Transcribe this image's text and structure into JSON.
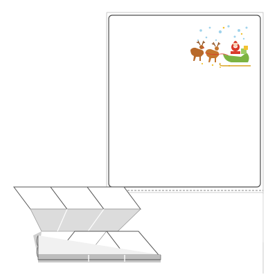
{
  "product": {
    "description_visible": false,
    "label_sheet": {
      "shape": "rectangle-rounded",
      "perforation": "bottom-dashed-line",
      "artwork": "santa-sleigh-reindeer"
    },
    "fanfold_stack": {
      "labels_per_row": 3,
      "style": "folded"
    }
  },
  "colors": {
    "label_border": "#555555",
    "label_fill": "#ffffff",
    "shadow": "#e6e6e6",
    "fold_grey": "#dcdcdc",
    "reindeer_brown": "#b8692a",
    "santa_red": "#d93a2b",
    "sleigh_green": "#7cb342",
    "snow_blue": "#9fd3ec",
    "star_gold": "#f2c230"
  }
}
